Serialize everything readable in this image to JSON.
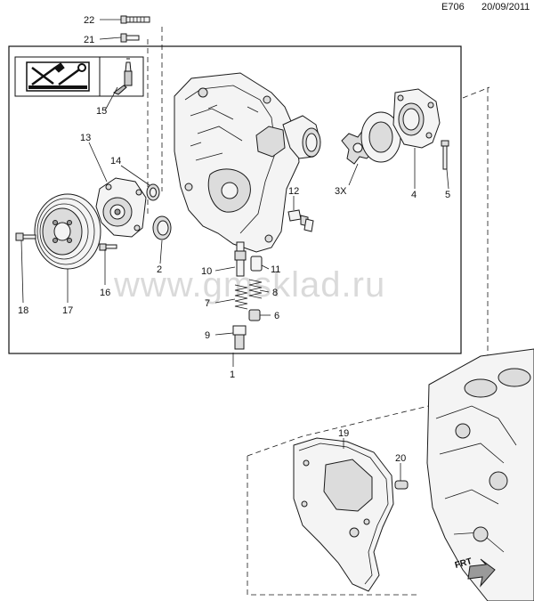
{
  "header": {
    "code": "E706",
    "date": "20/09/2011"
  },
  "watermark": "www.gmsklad.ru",
  "callouts": {
    "c1": "1",
    "c2": "2",
    "c3x": "3X",
    "c4": "4",
    "c5": "5",
    "c6": "6",
    "c7": "7",
    "c8": "8",
    "c9": "9",
    "c10": "10",
    "c11": "11",
    "c12": "12",
    "c13": "13",
    "c14": "14",
    "c15": "15",
    "c16": "16",
    "c17": "17",
    "c18": "18",
    "c19": "19",
    "c20": "20",
    "c21": "21",
    "c22": "22"
  },
  "engine_mark": "FRT",
  "icons": [
    "wrench-manual-icon",
    "sealant-tube-icon"
  ]
}
